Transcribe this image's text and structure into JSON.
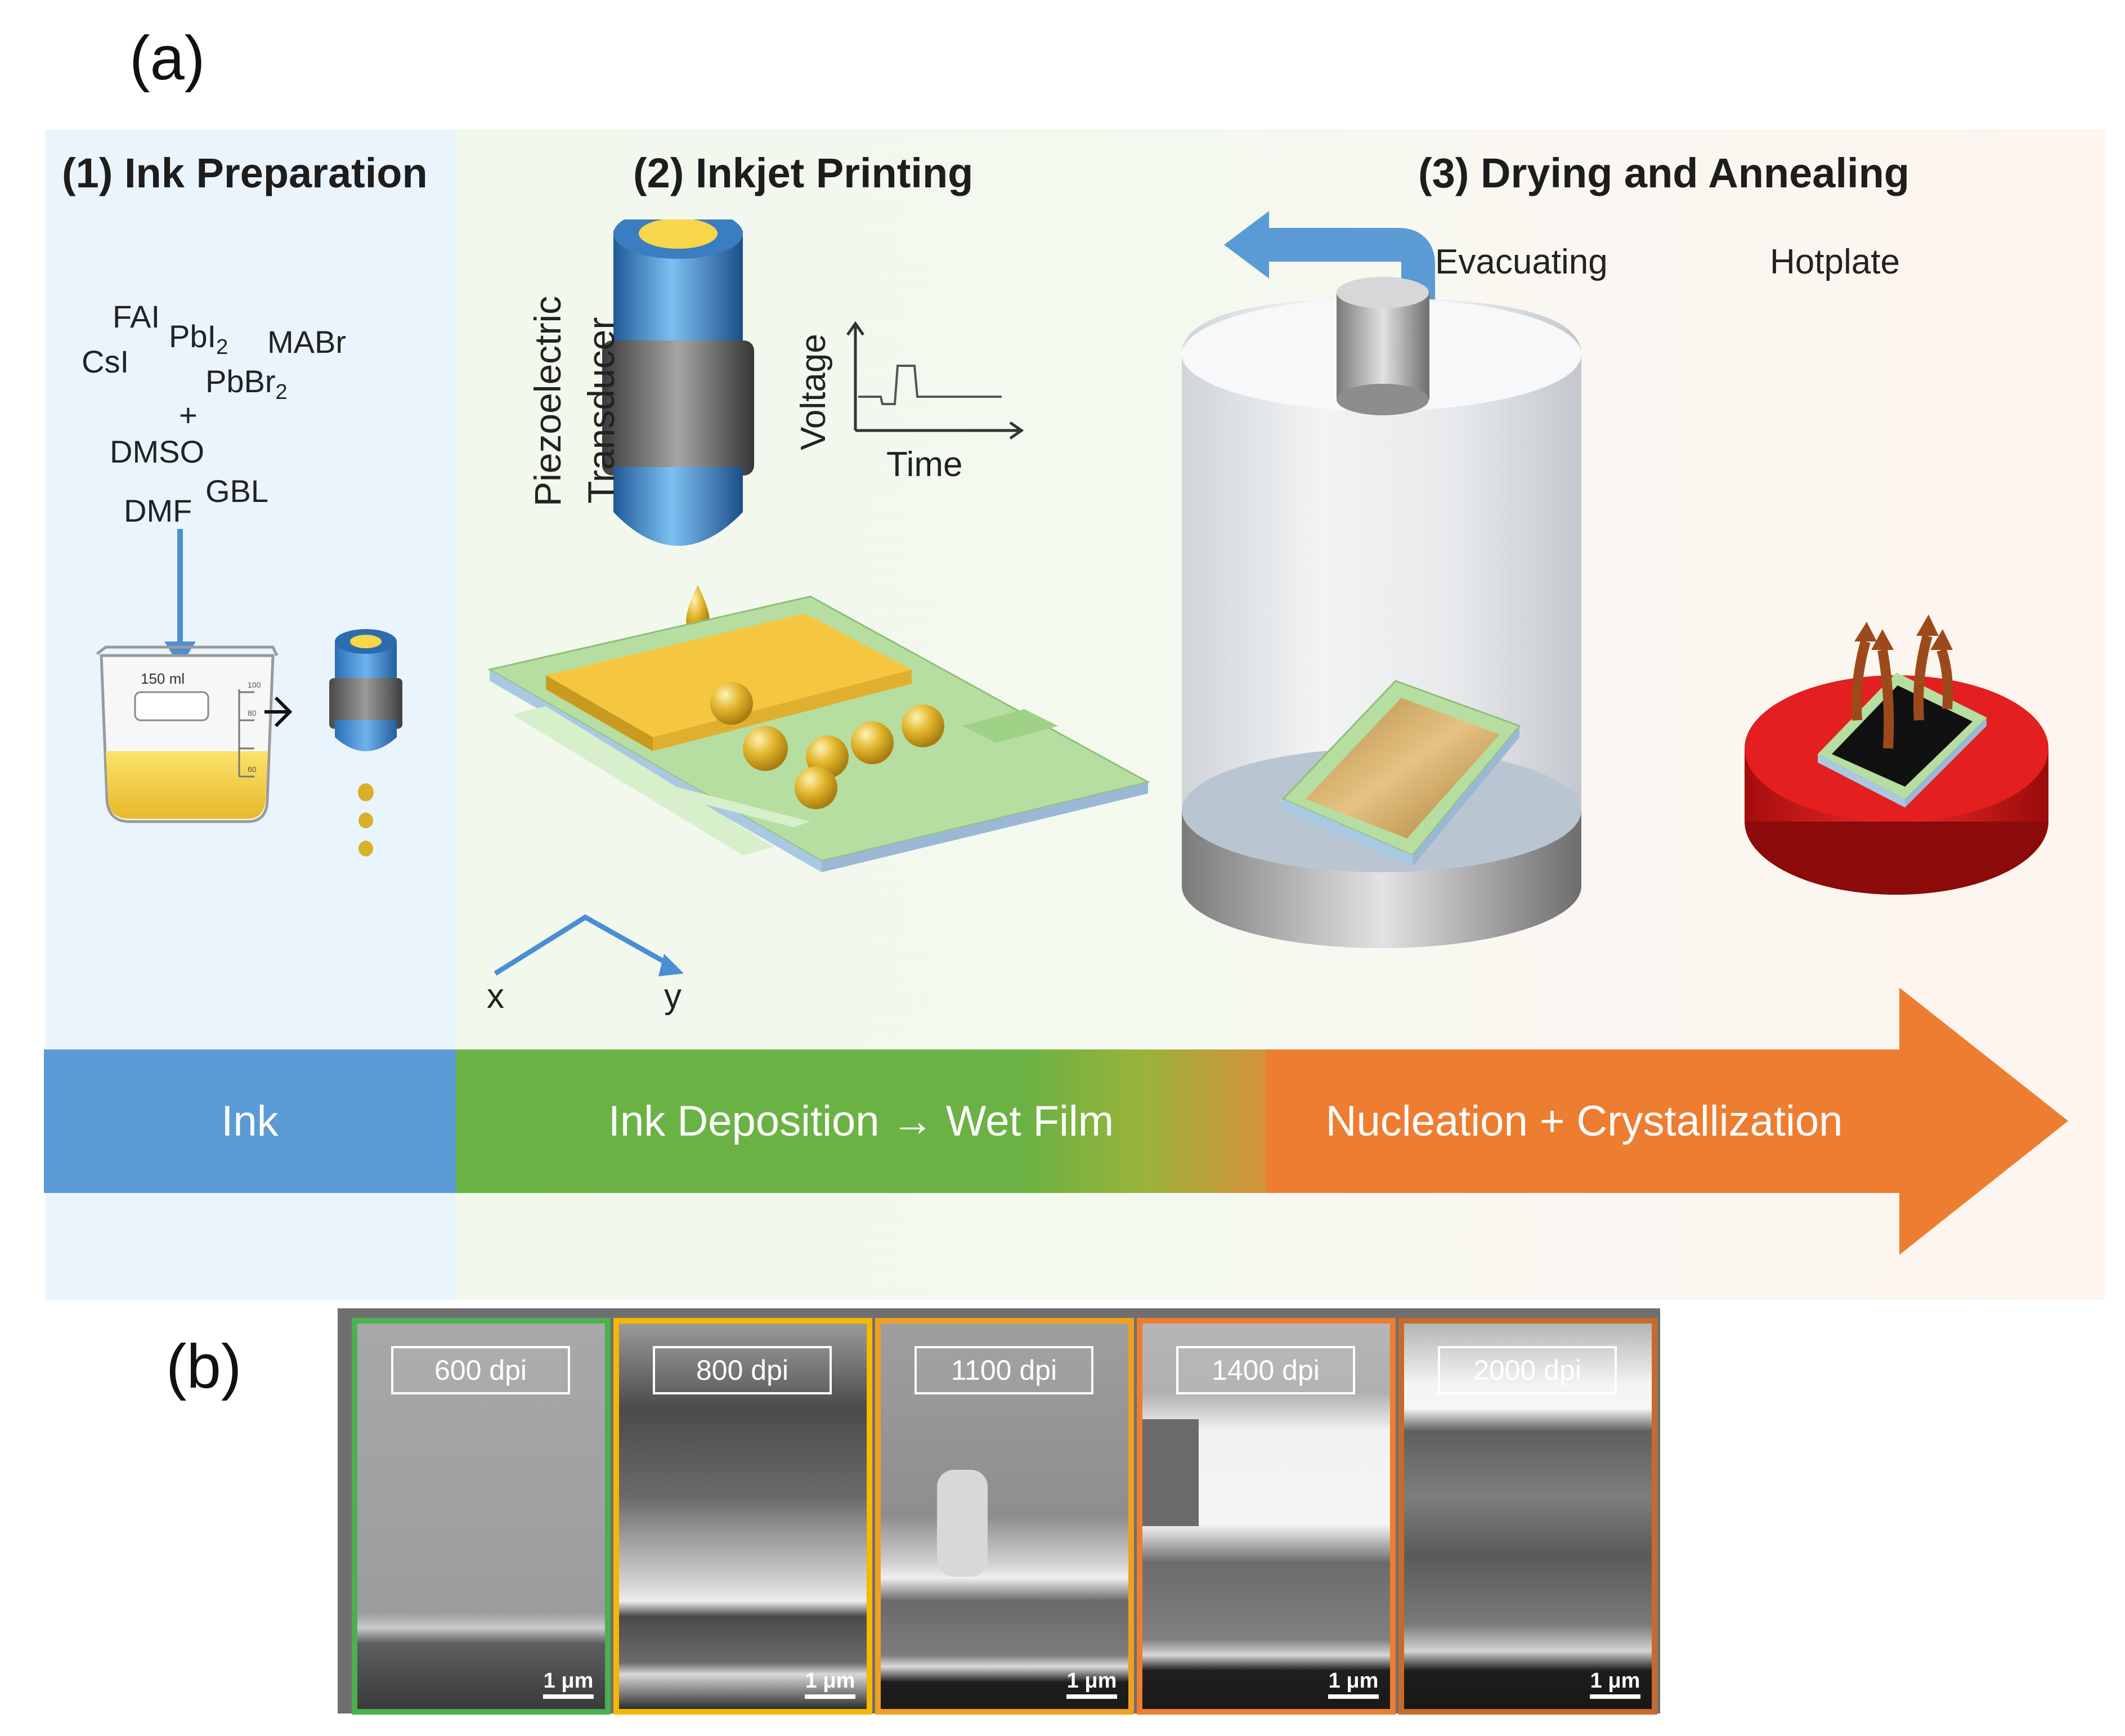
{
  "panel_a": {
    "label": "(a)",
    "steps": [
      {
        "title": "(1) Ink Preparation"
      },
      {
        "title": "(2) Inkjet Printing"
      },
      {
        "title": "(3) Drying and Annealing"
      }
    ],
    "chemicals": {
      "fai": "FAI",
      "pbi2": "PbI",
      "pbi2_sub": "2",
      "mabr": "MABr",
      "csi": "CsI",
      "pbbr2": "PbBr",
      "pbbr2_sub": "2",
      "plus": "+",
      "dmso": "DMSO",
      "gbl": "GBL",
      "dmf": "DMF"
    },
    "beaker_label": "150 ml",
    "beaker_marks": [
      "100",
      "80",
      "60"
    ],
    "printhead": {
      "transducer_line1": "Piezoelectric",
      "transducer_line2": "Transducer",
      "waveform_ylabel": "Voltage",
      "waveform_xlabel": "Time"
    },
    "axes": {
      "x": "x",
      "y": "y"
    },
    "drying": {
      "evacuating": "Evacuating",
      "hotplate": "Hotplate"
    },
    "process_bar": [
      {
        "label": "Ink",
        "color": "#5b9bd5"
      },
      {
        "label": "Ink Deposition → Wet Film",
        "color": "#6bb244"
      },
      {
        "label": "Nucleation + Crystallization",
        "color": "#ed7d31"
      }
    ]
  },
  "panel_b": {
    "label": "(b)",
    "images": [
      {
        "dpi": "600 dpi",
        "scale": "1 μm",
        "border": "#4caf50"
      },
      {
        "dpi": "800 dpi",
        "scale": "1 μm",
        "border": "#f5b800"
      },
      {
        "dpi": "1100 dpi",
        "scale": "1 μm",
        "border": "#f0a020"
      },
      {
        "dpi": "1400 dpi",
        "scale": "1 μm",
        "border": "#ed7d31"
      },
      {
        "dpi": "2000 dpi",
        "scale": "1 μm",
        "border": "#c86a2c"
      }
    ]
  }
}
